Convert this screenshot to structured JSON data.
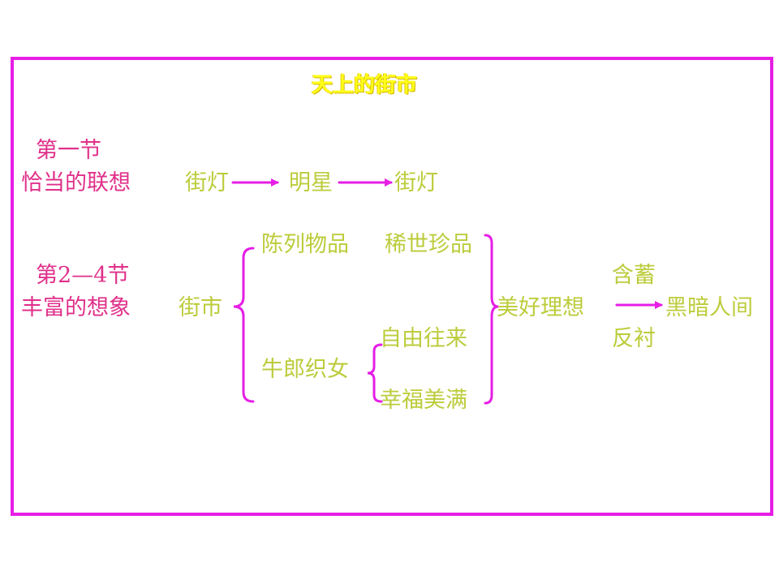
{
  "title": "天上的街市",
  "section1": {
    "heading": "第一节",
    "theme": "恰当的联想",
    "chain": [
      "街灯",
      "明星",
      "街灯"
    ]
  },
  "section2": {
    "heading": "第2—4节",
    "theme": "丰富的想象",
    "root": "街市",
    "branch_top": "陈列物品",
    "branch_top_detail": "稀世珍品",
    "branch_bottom": "牛郎织女",
    "sub_top": "自由往来",
    "sub_bottom": "幸福美满",
    "result": "美好理想",
    "relation_top": "含蓄",
    "relation_bottom": "反衬",
    "contrast": "黑暗人间"
  },
  "colors": {
    "frame": "#e61ee6",
    "heading_text": "#e0308a",
    "content_text": "#bccc3c",
    "title_text": "#ffff1a",
    "arrows_braces": "#e61ee6"
  }
}
